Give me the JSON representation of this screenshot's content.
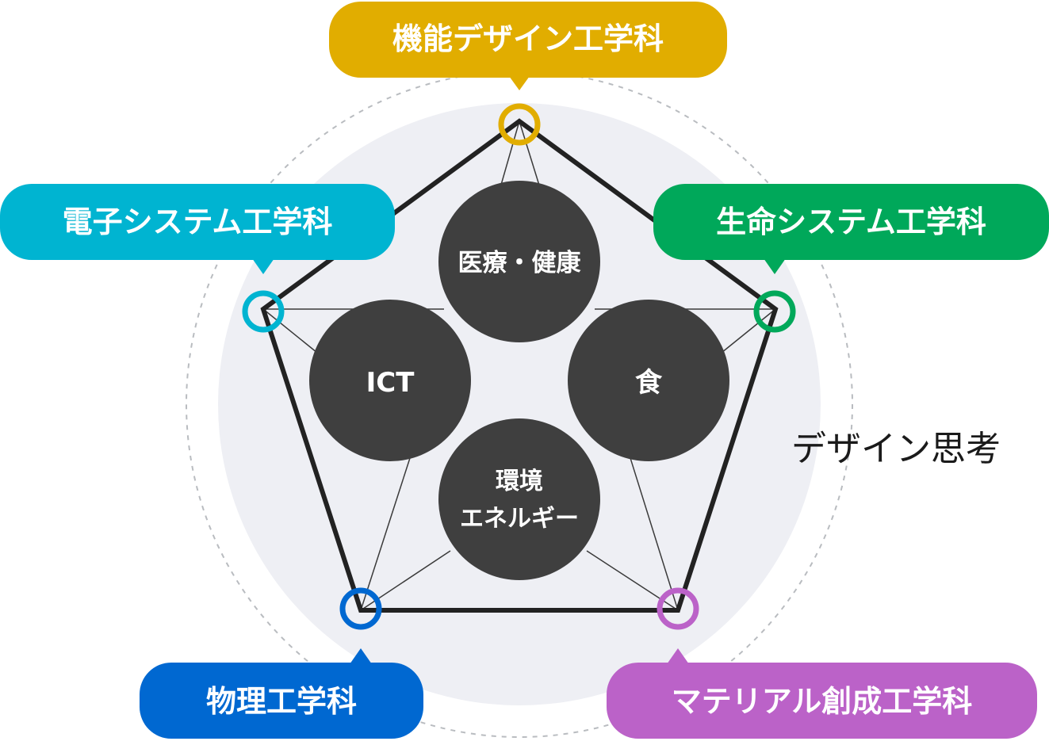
{
  "departments": {
    "top": {
      "label": "機能デザイン工学科",
      "color": "#e1ad00"
    },
    "left": {
      "label": "電子システム工学科",
      "color": "#00b4d1"
    },
    "right": {
      "label": "生命システム工学科",
      "color": "#00a85a"
    },
    "bottom_left": {
      "label": "物理工学科",
      "color": "#0068d1"
    },
    "bottom_right": {
      "label": "マテリアル創成工学科",
      "color": "#bb62c8"
    }
  },
  "themes": {
    "top": {
      "line1": "医療・健康"
    },
    "left": {
      "line1": "ICT"
    },
    "right": {
      "line1": "食"
    },
    "bottom": {
      "line1": "環境",
      "line2": "エネルギー"
    }
  },
  "concept": "デザイン思考",
  "colors": {
    "circle_bg": "#eeeff4",
    "theme_circle": "#3f3f3f",
    "pentagon": "#222222",
    "dashed_ring": "#b9bcc0"
  }
}
